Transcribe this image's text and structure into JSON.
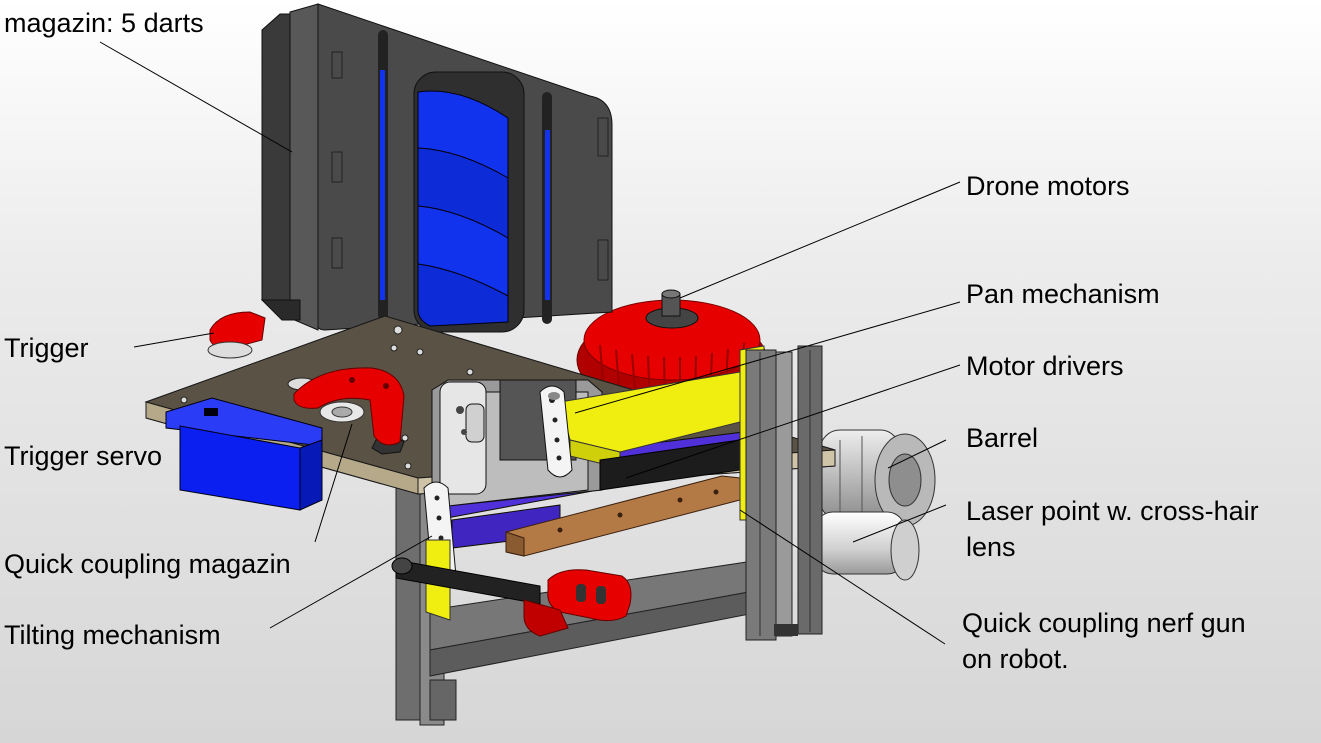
{
  "labels": {
    "magazine": "magazin: 5 darts",
    "drone_motors": "Drone motors",
    "pan_mechanism": "Pan mechanism",
    "trigger": "Trigger",
    "motor_drivers": "Motor drivers",
    "barrel": "Barrel",
    "trigger_servo": "Trigger servo",
    "laser_line1": "Laser point w. cross-hair",
    "laser_line2": "lens",
    "quick_coupling_magazine": "Quick coupling magazin",
    "quick_coupling_gun_line1": "Quick coupling nerf gun",
    "quick_coupling_gun_line2": "on robot.",
    "tilting_mechanism": "Tilting mechanism"
  },
  "colors": {
    "magazine": "#4a4a4a",
    "darts": "#1133ee",
    "base_plate": "#4a4336",
    "servo": "#0a1ff0",
    "trigger": "#e60000",
    "yellow_link": "#f0ee10",
    "copper_plate": "#b47a45",
    "frame": "#6e6e6e",
    "barrel": "#cfcfcf"
  }
}
